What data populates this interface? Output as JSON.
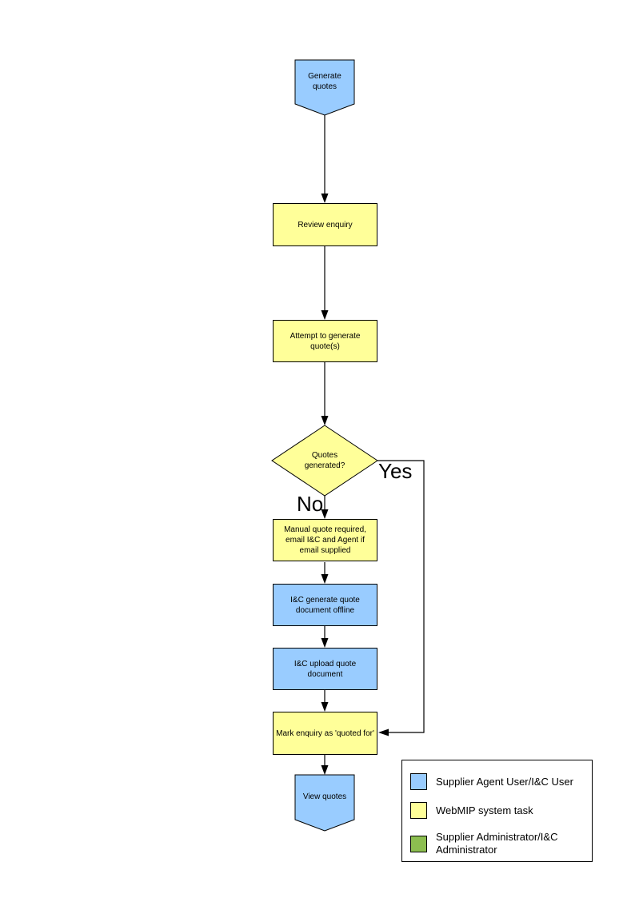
{
  "diagram": {
    "nodes": {
      "generate_quotes": {
        "label": "Generate quotes",
        "shape": "pentagon-down",
        "fill": "#99CCFF"
      },
      "review_enquiry": {
        "label": "Review enquiry",
        "shape": "rect",
        "fill": "#FFFF99"
      },
      "attempt_generate": {
        "label": "Attempt to generate quote(s)",
        "shape": "rect",
        "fill": "#FFFF99"
      },
      "quotes_generated": {
        "label": "Quotes generated?",
        "shape": "diamond",
        "fill": "#FFFF99"
      },
      "manual_quote": {
        "label": "Manual quote required, email I&C and Agent if email supplied",
        "shape": "rect",
        "fill": "#FFFF99"
      },
      "ic_generate_offline": {
        "label": "I&C generate quote document offline",
        "shape": "rect",
        "fill": "#99CCFF"
      },
      "ic_upload": {
        "label": "I&C upload quote document",
        "shape": "rect",
        "fill": "#99CCFF"
      },
      "mark_enquiry": {
        "label": "Mark enquiry as 'quoted for'",
        "shape": "rect",
        "fill": "#FFFF99"
      },
      "view_quotes": {
        "label": "View quotes",
        "shape": "pentagon-down",
        "fill": "#99CCFF"
      }
    },
    "branch_labels": {
      "yes": "Yes",
      "no": "No"
    },
    "legend": {
      "items": [
        {
          "label": "Supplier Agent User/I&C User",
          "color": "#99CCFF"
        },
        {
          "label": "WebMIP system task",
          "color": "#FFFF99"
        },
        {
          "label": "Supplier Administrator/I&C Administrator",
          "color": "#8CBE50"
        }
      ]
    },
    "colors": {
      "user_task_blue": "#99CCFF",
      "system_task_yellow": "#FFFF99",
      "admin_green": "#8CBE50",
      "line": "#000000",
      "background": "#FFFFFF"
    }
  }
}
